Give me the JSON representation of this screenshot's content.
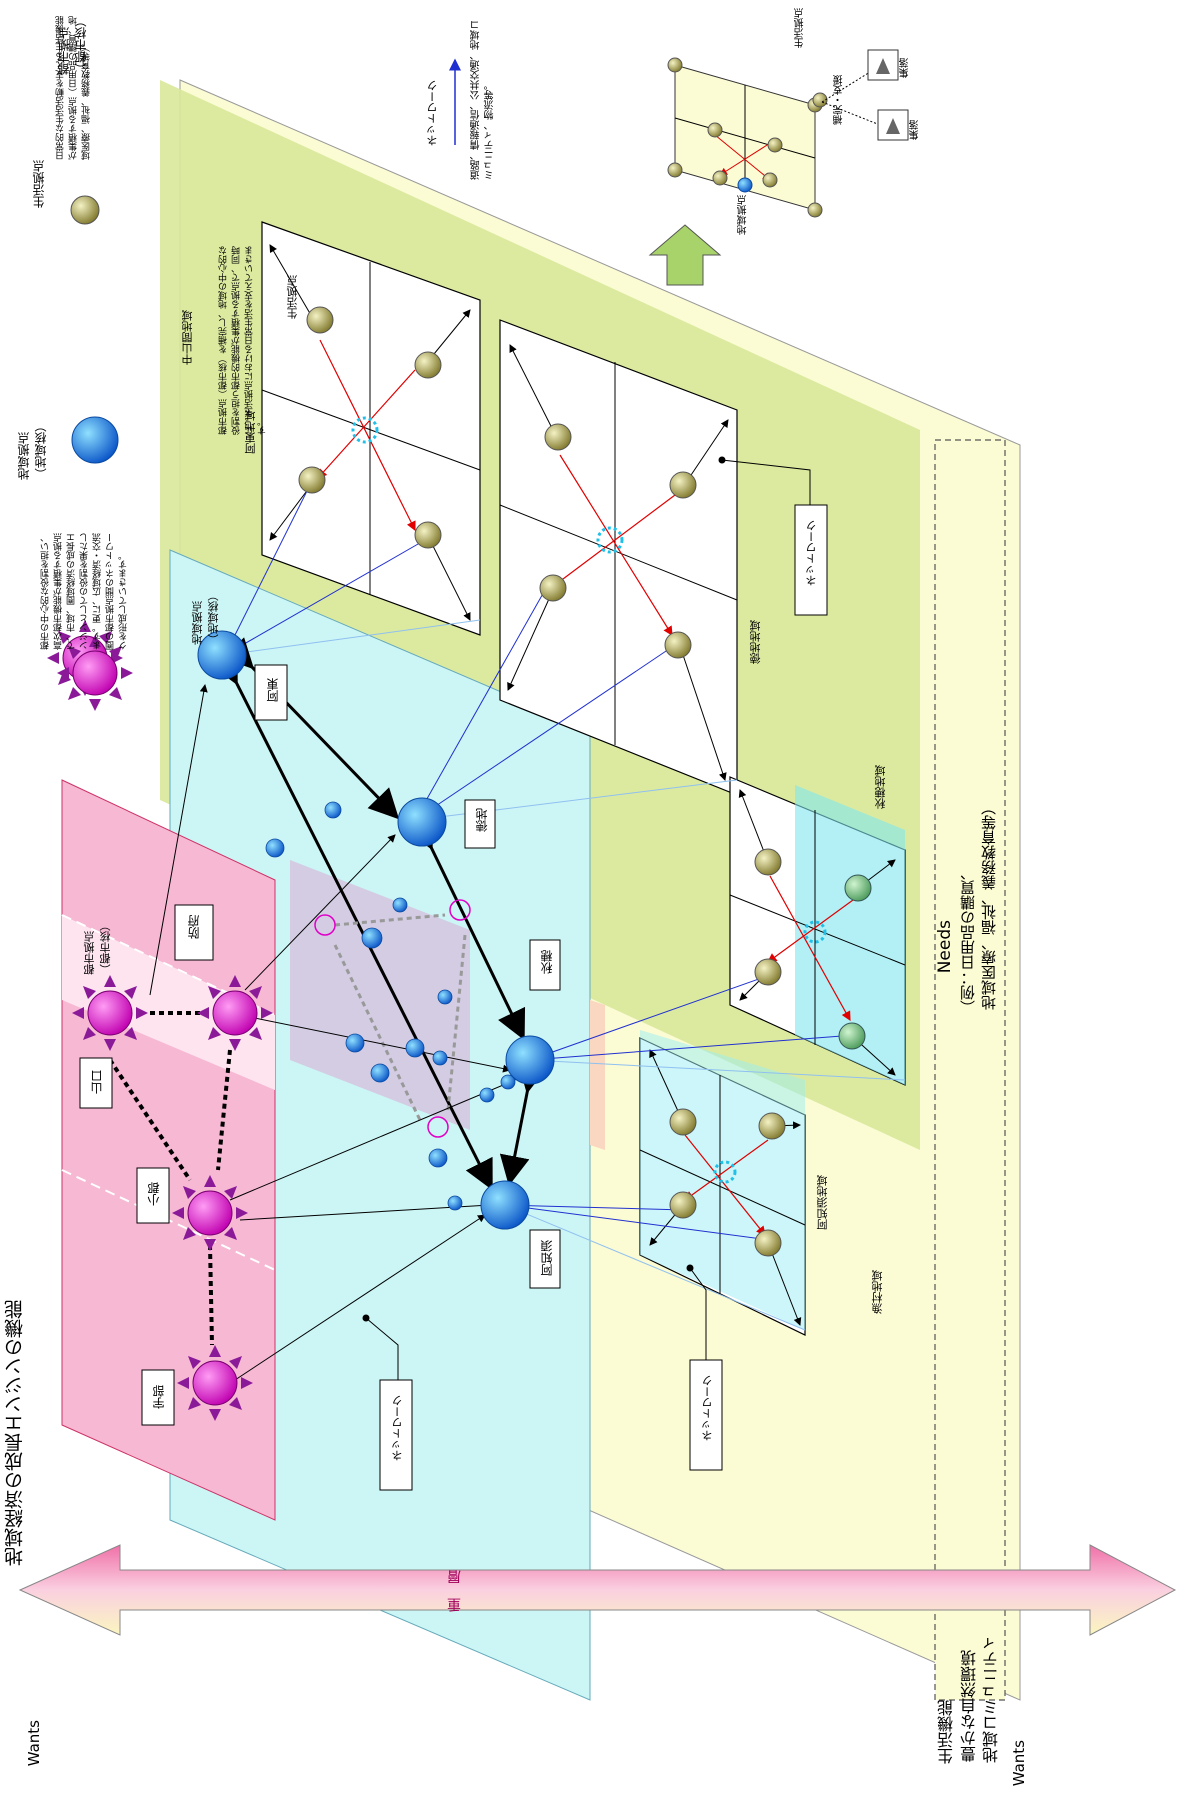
{
  "bottom": {
    "title": "地域経済の成長エンジンの機能",
    "wants_left": "Wants",
    "jyuso": "重　層",
    "life_lines": [
      "生活機能",
      "豊かな自然環境",
      "地域コミュニティ",
      "Wants"
    ]
  },
  "legend": {
    "city_title": "都市拠点\n（都市核）",
    "city_desc": "都市の中心的な役割を担い、高次都市機能が集積する拠点で、市域、圏域経済の成長エンジンとしての役割を果たします。更に、広域経済・交流圏の都市拠点間のネットワークを形成していきます。",
    "regional_title": "地域拠点\n（地域核）",
    "regional_desc": "都市拠点（都市核）を補完し、地域の中心的な役割を担う都市的機能が集積する拠点で、同時に、生活拠点における日常生活を支えていきます。",
    "life_title": "生活拠点",
    "life_desc": "日常的な生活活動を支える生活機能が集積する拠点（日用品の購買、地域医療、福祉、義務教育等）。",
    "network_title": "ネットワーク",
    "network_desc": "道路、情報通信、公共交通、地域コミュニティ、物流等。",
    "inset_life": "生活拠点",
    "inset_regional": "地域拠点",
    "inset_support": "補完・支援",
    "inset_village1": "集落",
    "inset_village2": "集落"
  },
  "city_panel": {
    "label": "都市拠点\n（都市核）",
    "cities": [
      "防府",
      "山口",
      "小郡",
      "宇部"
    ],
    "network": "ネットワーク"
  },
  "regional_panel": {
    "label": "地域拠点\n（地域核）",
    "hubs": [
      "阿東",
      "徳地",
      "秋穂",
      "阿知須"
    ],
    "network_left": "ネットワーク"
  },
  "areas": {
    "chusankan": "中山間地域",
    "atou": "阿東地域",
    "tokuji": "徳地地域",
    "network_label": "ネットワーク",
    "seikatsu": "生活拠点",
    "aio": "秋穂地域",
    "ajisu": "阿知須地域",
    "gyoson": "漁村地域"
  },
  "needs": {
    "title": "Needs",
    "line1": "（例：日用品の購買、",
    "line2": "地域医療、福祉、義務教育等）"
  },
  "colors": {
    "pink_panel": "#f9c6dc",
    "cyan_panel": "#ccf5f5",
    "green_panel": "#d8e89a",
    "yellow_bg": "#fbfbd4",
    "city_node": "#e000c8",
    "regional_node": "#1f7fe0",
    "life_node": "#b8b46a"
  }
}
